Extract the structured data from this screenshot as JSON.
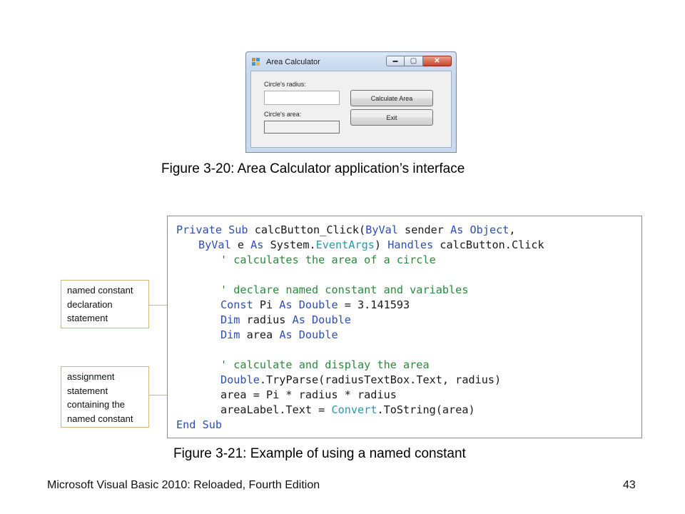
{
  "window": {
    "title": "Area Calculator",
    "radius_label": "Circle's radius:",
    "radius_value": "",
    "area_label": "Circle's area:",
    "area_value": "",
    "calculate_button": "Calculate Area",
    "exit_button": "Exit",
    "minimize_glyph": "▬",
    "maximize_glyph": "▢",
    "close_glyph": "✕"
  },
  "captions": {
    "fig_3_20": "Figure 3-20: Area Calculator application’s interface",
    "fig_3_21": "Figure 3-21: Example of using a named constant"
  },
  "callouts": {
    "constant_decl": [
      "named constant",
      "declaration",
      "statement"
    ],
    "assignment": [
      "assignment",
      "statement",
      "containing the",
      "named constant"
    ]
  },
  "code": {
    "l1": {
      "a": "Private Sub",
      "b": " calcButton_Click(",
      "c": "ByVal",
      "d": " sender ",
      "e": "As",
      "f": " ",
      "g": "Object",
      "h": ","
    },
    "l2": {
      "a": "ByVal",
      "b": " e ",
      "c": "As",
      "d": " System.",
      "e": "EventArgs",
      "f": ") ",
      "g": "Handles",
      "h": " calcButton.Click"
    },
    "l3": "' calculates the area of a circle",
    "l5": "' declare named constant and variables",
    "l6": {
      "a": "Const",
      "b": " Pi ",
      "c": "As Double",
      "d": " = 3.141593"
    },
    "l7": {
      "a": "Dim",
      "b": " radius ",
      "c": "As Double"
    },
    "l8": {
      "a": "Dim",
      "b": " area ",
      "c": "As Double"
    },
    "l10": "' calculate and display the area",
    "l11": {
      "a": "Double",
      "b": ".TryParse(radiusTextBox.Text, radius)"
    },
    "l12": "area = Pi * radius * radius",
    "l13": {
      "a": "areaLabel.Text = ",
      "b": "Convert",
      "c": ".ToString(area)"
    },
    "l14": "End Sub"
  },
  "footer": {
    "book_title": "Microsoft Visual Basic 2010: Reloaded, Fourth Edition",
    "page_number": "43"
  },
  "colors": {
    "keyword": "#2e4fb3",
    "comment": "#2b8a3e",
    "type": "#2a9aa7",
    "callout_border": "#d7b778"
  }
}
